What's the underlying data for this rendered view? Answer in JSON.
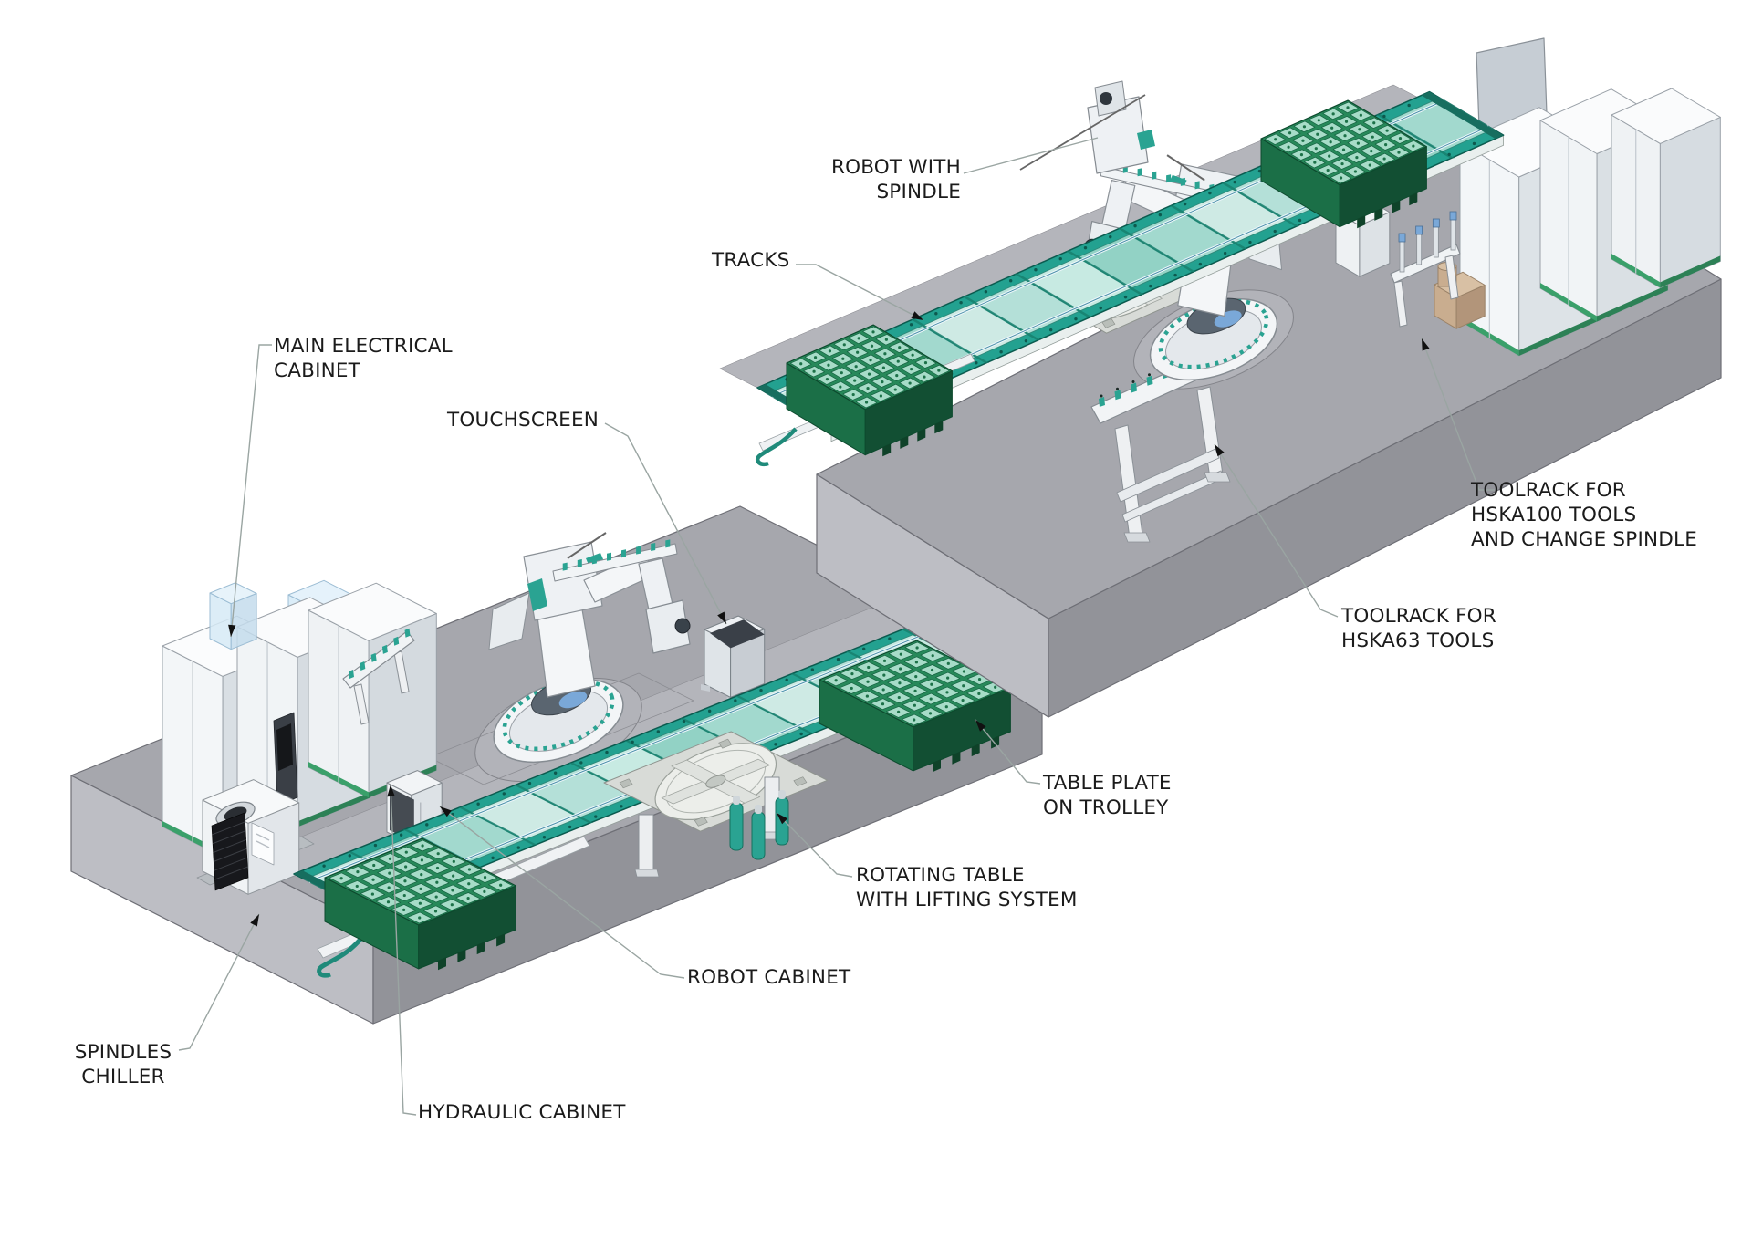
{
  "diagram_title": "robotic-machining-line-layout",
  "labels": {
    "robot_with_spindle": {
      "lines": [
        "ROBOT WITH",
        "SPINDLE"
      ]
    },
    "tracks": {
      "lines": [
        "TRACKS"
      ]
    },
    "main_electrical": {
      "lines": [
        "MAIN ELECTRICAL",
        "CABINET"
      ]
    },
    "touchscreen": {
      "lines": [
        "TOUCHSCREEN"
      ]
    },
    "toolrack_hska100": {
      "lines": [
        "TOOLRACK FOR",
        "HSKA100 TOOLS",
        "AND CHANGE SPINDLE"
      ]
    },
    "toolrack_hska63": {
      "lines": [
        "TOOLRACK FOR",
        "HSKA63 TOOLS"
      ]
    },
    "table_plate": {
      "lines": [
        "TABLE PLATE",
        "ON TROLLEY"
      ]
    },
    "rotating_table": {
      "lines": [
        "ROTATING TABLE",
        "WITH LIFTING SYSTEM"
      ]
    },
    "robot_cabinet": {
      "lines": [
        "ROBOT CABINET"
      ]
    },
    "spindles_chiller": {
      "lines": [
        "SPINDLES",
        "CHILLER"
      ]
    },
    "hydraulic_cabinet": {
      "lines": [
        "HYDRAULIC CABINET"
      ]
    }
  },
  "colors": {
    "background": "#ffffff",
    "slab_top": "#a6a7ad",
    "slab_left": "#bdbec4",
    "slab_right": "#929399",
    "track_rim": "#23a190",
    "track_bed": "#bfe5dd",
    "pallet_green": "#1e7a4e",
    "pallet_tile": "#a7dcc8",
    "machine_white": "#f3f5f7",
    "accent_teal": "#2aa392",
    "leader_line": "#9aa5a2",
    "label_text": "#1b1b1b"
  }
}
